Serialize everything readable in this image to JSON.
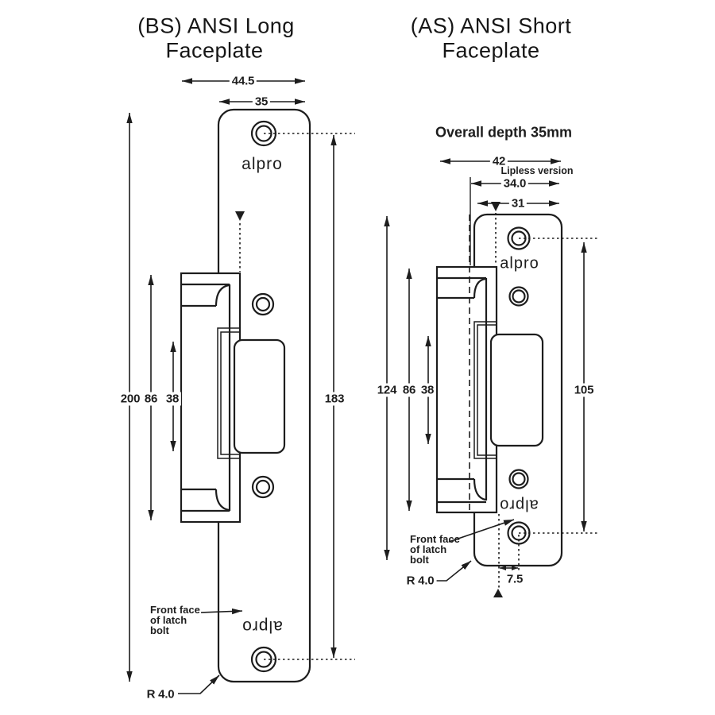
{
  "colors": {
    "line": "#1d1d1d",
    "background": "#ffffff"
  },
  "left": {
    "title_1": "(BS) ANSI Long",
    "title_2": "Faceplate",
    "logo": "alpro",
    "logo_bottom": "alpro",
    "dim_overall_width": "44.5",
    "dim_plate_width": "35",
    "dim_plate_height": "200",
    "dim_keeper_height": "86",
    "dim_cavity_height": "38",
    "dim_hole_spacing": "183",
    "front_face_note": "Front face\nof latch\nbolt",
    "corner_radius": "R 4.0"
  },
  "right": {
    "title_1": "(AS) ANSI Short",
    "title_2": "Faceplate",
    "overall_depth_note": "Overall depth 35mm",
    "logo": "alpro",
    "logo_bottom": "alpro",
    "dim_overall_width": "42",
    "lipless_note": "Lipless version",
    "dim_lipless_width": "34.0",
    "dim_plate_width": "31",
    "dim_plate_height": "124",
    "dim_keeper_height": "86",
    "dim_cavity_height": "38",
    "dim_hole_spacing": "105",
    "dim_lip_offset": "7.5",
    "front_face_note": "Front face\nof latch\nbolt",
    "corner_radius": "R 4.0"
  }
}
